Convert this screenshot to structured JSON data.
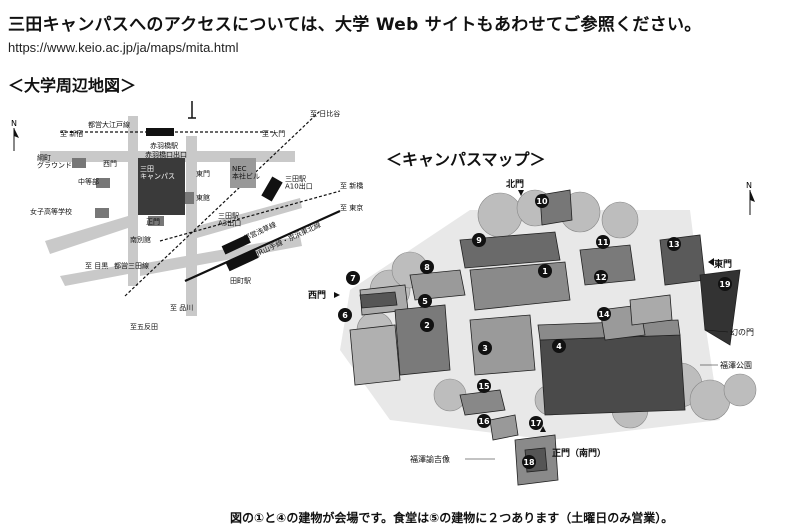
{
  "header": {
    "headline": "三田キャンパスへのアクセスについては、大学 Web サイトもあわせてご参照ください。",
    "url": "https://www.keio.ac.jp/ja/maps/mita.html"
  },
  "area_map": {
    "heading": "＜大学周辺地図＞",
    "north": "N",
    "labels": {
      "toei_oedo": "都営大江戸線",
      "to_shinjuku": "至 新宿",
      "to_hibiya": "至 日比谷",
      "to_daimon": "至 大門",
      "akabanebashi": "赤羽橋駅",
      "akabanebashi_exit": "赤羽橋口出口",
      "tsunamachi": "綱町\nグラウンド",
      "nishimon": "西門",
      "campus": "三田\nキャンパス",
      "higashimon": "東門",
      "nec": "NEC\n本社ビル",
      "mita_station": "三田駅\nA10出口",
      "chutobu": "中等部",
      "higashi_kan": "東館",
      "to_shinbashi": "至 新橋",
      "joshi": "女子高等学校",
      "seimon": "正門",
      "mita_a3": "三田駅\nA3出口",
      "to_tokyo": "至 東京",
      "nanbetsukan": "南別館",
      "toei_asakusa": "都営浅草線",
      "yamanote": "JR山手線・京浜東北線",
      "to_meguro": "至 目黒",
      "toei_mita": "都営三田線",
      "tamachi": "田町駅",
      "to_shinagawa": "至 品川",
      "to_gotanda": "至五反田"
    }
  },
  "campus_map": {
    "heading": "＜キャンパスマップ＞",
    "north": "N",
    "gates": {
      "north": "北門",
      "east": "東門",
      "west": "西門",
      "main": "正門（南門）",
      "phantom": "幻の門"
    },
    "places": {
      "park": "福澤公園",
      "statue": "福澤諭吉像"
    },
    "buildings": [
      "1",
      "2",
      "3",
      "4",
      "5",
      "6",
      "7",
      "8",
      "9",
      "10",
      "11",
      "12",
      "13",
      "14",
      "15",
      "16",
      "17",
      "18",
      "19"
    ]
  },
  "caption": "図の①と④の建物が会場です。食堂は⑤の建物に２つあります（土曜日のみ営業）。"
}
